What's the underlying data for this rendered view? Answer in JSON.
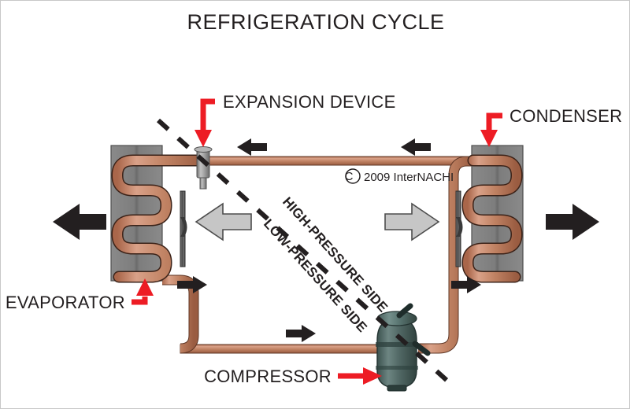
{
  "diagram": {
    "title": "REFRIGERATION CYCLE",
    "copyright": "© 2009  InterNACHI",
    "copyright_symbol": "©",
    "copyright_text": "2009  InterNACHI",
    "background_color": "#ffffff",
    "border_color": "#c8c8c8"
  },
  "labels": {
    "expansion_device": "EXPANSION DEVICE",
    "condenser": "CONDENSER",
    "evaporator": "EVAPORATOR",
    "compressor": "COMPRESSOR",
    "high_pressure_side": "HIGH-PRESSURE SIDE",
    "low_pressure_side": "LOW-PRESSURE SIDE"
  },
  "colors": {
    "leader_red": "#ed1c24",
    "copper": "#c08263",
    "copper_dark": "#8c5138",
    "copper_light": "#d9a188",
    "coil_gray": "#808080",
    "coil_gray_dark": "#6e6e6e",
    "airflow_gray": "#c6c6c6",
    "airflow_gray_stroke": "#4d4d4d",
    "arrow_black": "#231f20",
    "compressor_body": "#4c6460",
    "compressor_dark": "#364a47",
    "compressor_light": "#6d8582",
    "valve_gray": "#9a9a9a",
    "fan_gray": "#5c5c5c",
    "text_black": "#231f20"
  },
  "components": [
    {
      "name": "evaporator",
      "label": "EVAPORATOR",
      "type": "heat-exchanger-coil",
      "side": "low-pressure",
      "position": "left"
    },
    {
      "name": "condenser",
      "label": "CONDENSER",
      "type": "heat-exchanger-coil",
      "side": "high-pressure",
      "position": "right"
    },
    {
      "name": "compressor",
      "label": "COMPRESSOR",
      "type": "vessel",
      "position": "bottom-center-right"
    },
    {
      "name": "expansion-device",
      "label": "EXPANSION DEVICE",
      "type": "valve",
      "position": "top-left"
    }
  ],
  "flow_arrows": [
    {
      "name": "refrigerant-top-left",
      "direction": "left"
    },
    {
      "name": "refrigerant-top-right",
      "direction": "left"
    },
    {
      "name": "refrigerant-bottom-left",
      "direction": "right"
    },
    {
      "name": "refrigerant-bottom-center",
      "direction": "right"
    },
    {
      "name": "refrigerant-bottom-right",
      "direction": "right"
    }
  ],
  "airflow_arrows": [
    {
      "name": "cold-air-out",
      "direction": "left",
      "color": "#231f20",
      "size": "large"
    },
    {
      "name": "indoor-air-in",
      "direction": "left",
      "color": "#c6c6c6",
      "size": "large"
    },
    {
      "name": "outdoor-air-in",
      "direction": "right",
      "color": "#c6c6c6",
      "size": "large"
    },
    {
      "name": "hot-air-out",
      "direction": "right",
      "color": "#231f20",
      "size": "large"
    }
  ],
  "divider": {
    "name": "pressure-divider",
    "style": "dashed-diagonal",
    "angle_degrees": 45
  }
}
